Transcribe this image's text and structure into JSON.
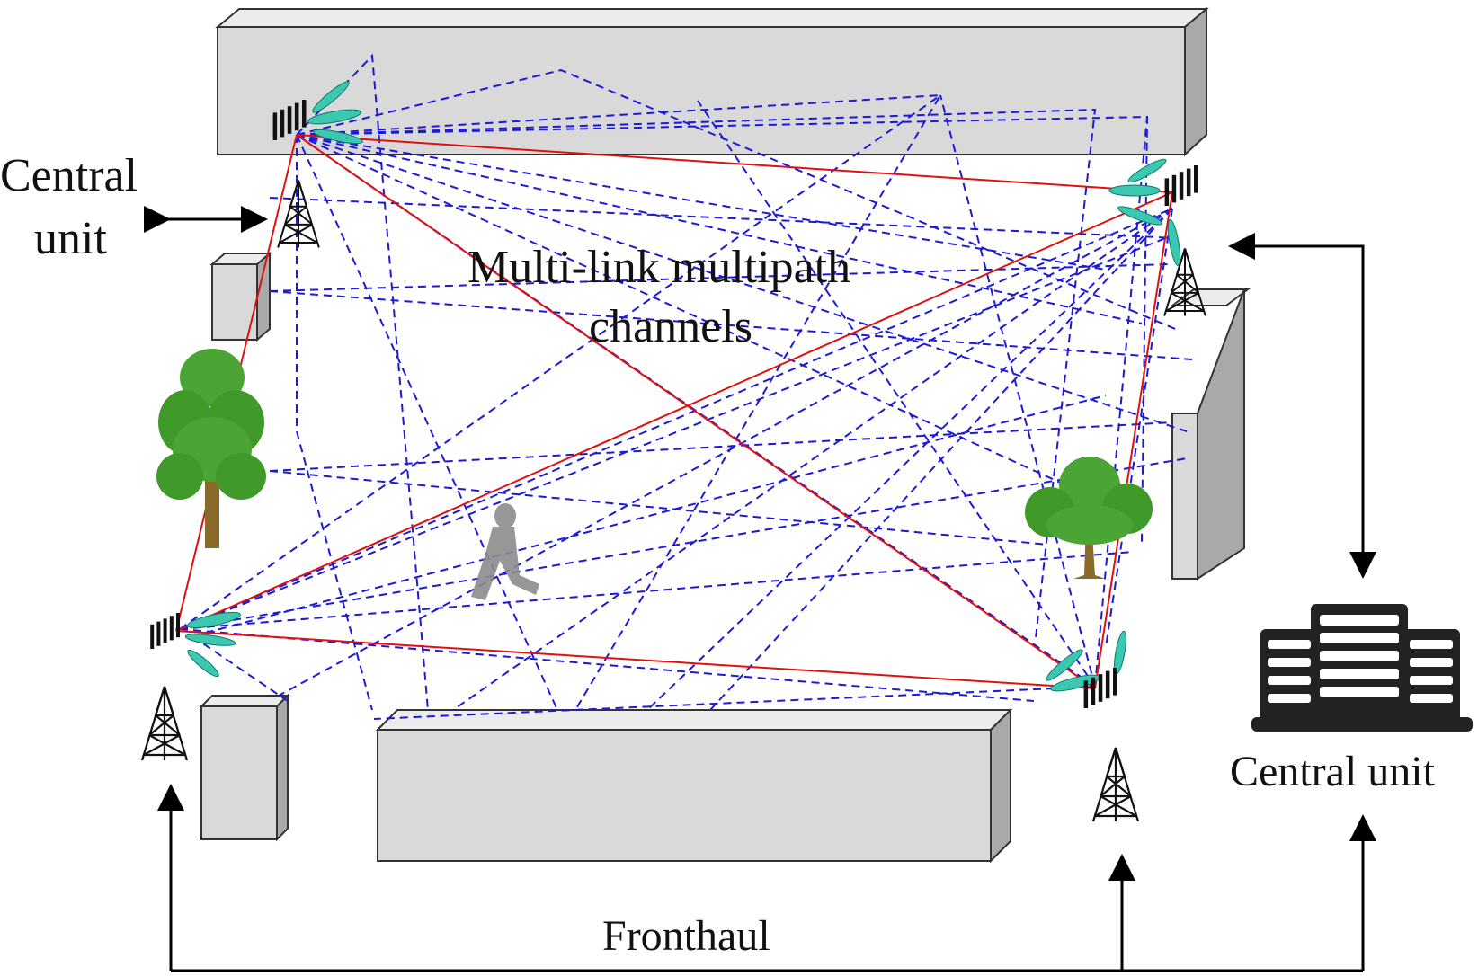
{
  "labels": {
    "central_unit_left_line1": "Central",
    "central_unit_left_line2": "unit",
    "channels_line1": "Multi-link multipath",
    "channels_line2": "channels",
    "central_unit_right": "Central unit",
    "fronthaul": "Fronthaul"
  },
  "colors": {
    "direct_link": "#e01010",
    "multipath_link": "#1a1ad8",
    "building_face": "#d9d9d9",
    "building_side": "#a9a9a9",
    "building_top": "#ececec",
    "foliage": "#3f9a2a",
    "trunk": "#8a6a2a",
    "beam": "#3cc8b0"
  },
  "icons": {
    "antenna": "cellular-antenna-tower-icon",
    "server": "server-rack-icon",
    "tree": "tree-icon",
    "pedestrian": "pedestrian-icon"
  }
}
